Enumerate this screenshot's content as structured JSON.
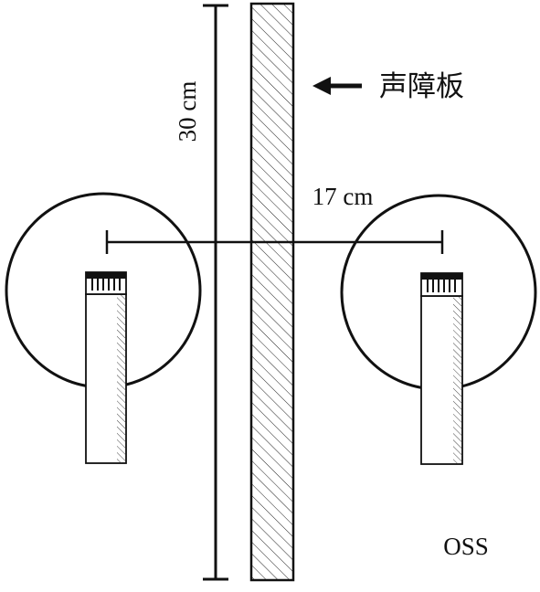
{
  "labels": {
    "height": "30 cm",
    "baffle": "声障板",
    "spacing": "17 cm",
    "technique": "OSS"
  },
  "icons": {
    "baffle_pointer": "arrow-left-icon",
    "left_mic": "microphone-icon",
    "right_mic": "microphone-icon"
  },
  "colors": {
    "ink": "#111111",
    "background": "#ffffff"
  }
}
